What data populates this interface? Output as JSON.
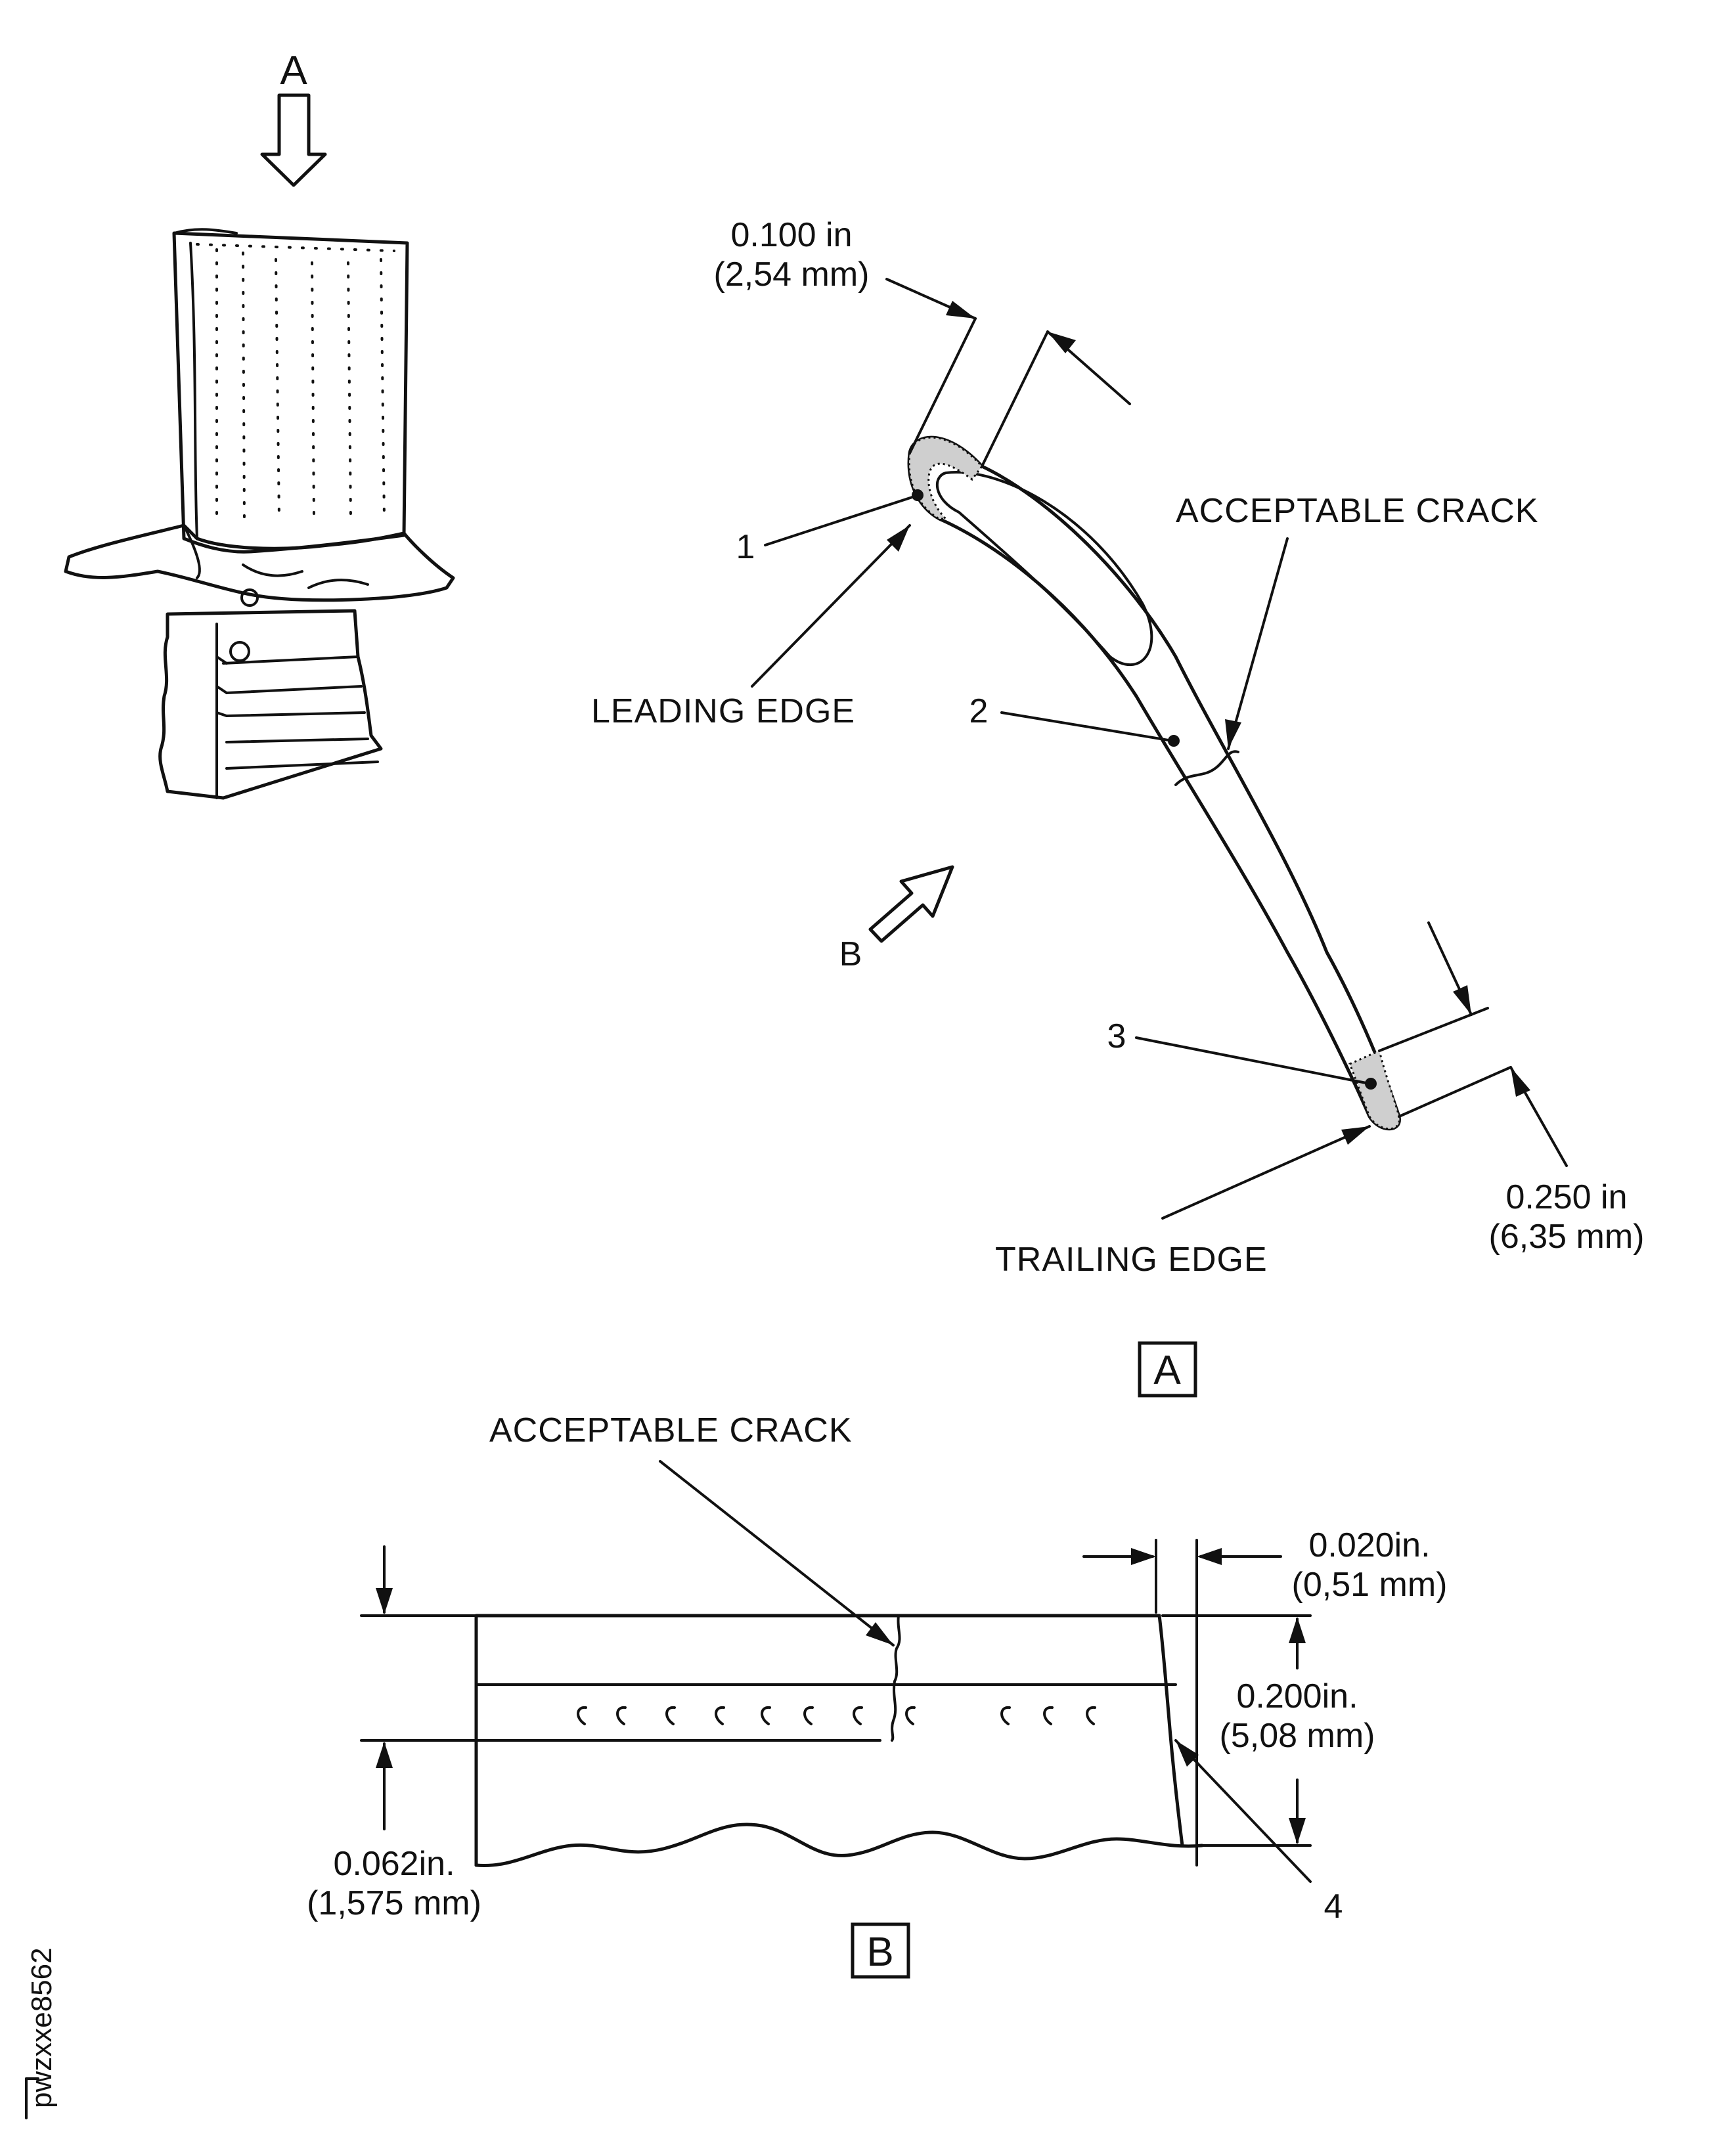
{
  "view_a_arrow_label": "A",
  "view_a_box_label": "A",
  "view_b_box_label": "B",
  "view_b_arrow_label": "B",
  "labels": {
    "leading_edge": "LEADING EDGE",
    "trailing_edge": "TRAILING EDGE",
    "acceptable_crack_a": "ACCEPTABLE CRACK",
    "acceptable_crack_b": "ACCEPTABLE CRACK"
  },
  "callouts": [
    "1",
    "2",
    "3",
    "4"
  ],
  "dimensions": {
    "leading_edge_width_in": "0.100 in",
    "leading_edge_width_mm": "(2,54 mm)",
    "trailing_edge_width_in": "0.250 in",
    "trailing_edge_width_mm": "(6,35 mm)",
    "edge_offset_in": "0.020in.",
    "edge_offset_mm": "(0,51 mm)",
    "crack_length_in": "0.200in.",
    "crack_length_mm": "(5,08 mm)",
    "hole_row_in": "0.062in.",
    "hole_row_mm": "(1,575 mm)"
  },
  "figure_id": "pwzxxe8562"
}
